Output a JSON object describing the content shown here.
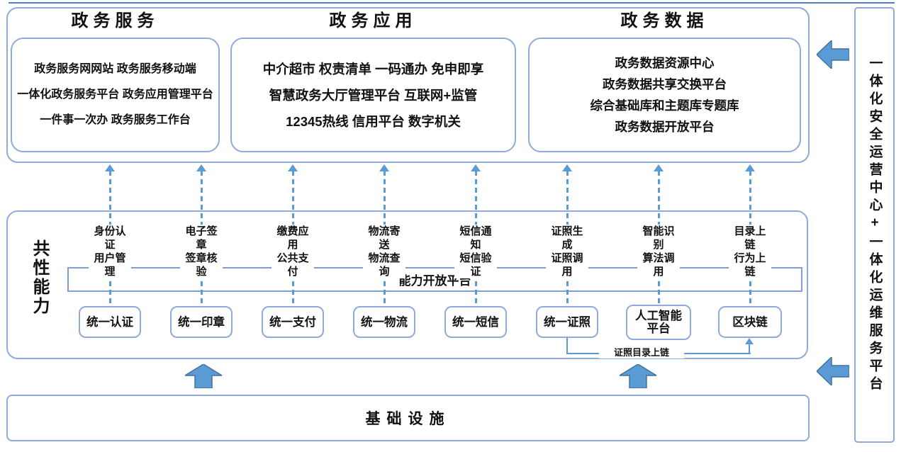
{
  "colors": {
    "panel_border": "#8faadc",
    "connector_blue": "#5b9bd5",
    "arrow_fill": "#5b9bd5",
    "arrow_stroke": "#41719c",
    "top_line": "#4f81c2",
    "text": "#111111"
  },
  "top_sections": [
    {
      "title": "政务服务",
      "lines": [
        "政务服务网网站 政务服务移动端",
        "一体化政务服务平台 政务应用管理平台",
        "一件事一次办 政务服务工作台"
      ]
    },
    {
      "title": "政务应用",
      "lines": [
        "中介超市 权责清单 一码通办 免申即享",
        "智慧政务大厅管理平台 互联网+监管",
        "12345热线 信用平台 数字机关"
      ]
    },
    {
      "title": "政务数据",
      "lines": [
        "政务数据资源中心",
        "政务数据共享交换平台",
        "综合基础库和主题库专题库",
        "政务数据开放平台"
      ]
    }
  ],
  "middle": {
    "side_label": "共性能力",
    "platform_bar": "能力开放平台",
    "connector_label": "证照目录上链",
    "columns": [
      {
        "caps": "身份认证\n用户管理",
        "box": "统一认证"
      },
      {
        "caps": "电子签章\n签章核验",
        "box": "统一印章"
      },
      {
        "caps": "缴费应用\n公共支付",
        "box": "统一支付"
      },
      {
        "caps": "物流寄送\n物流查询",
        "box": "统一物流"
      },
      {
        "caps": "短信通知\n短信验证",
        "box": "统一短信"
      },
      {
        "caps": "证照生成\n证照调用",
        "box": "统一证照"
      },
      {
        "caps": "智能识别\n算法调用",
        "box": "人工智能\n平台"
      },
      {
        "caps": "目录上链\n行为上链",
        "box": "区块链"
      }
    ]
  },
  "bottom": {
    "title": "基础设施"
  },
  "sidebar": {
    "label": "一体化安全运营中心+一体化运维服务平台"
  }
}
